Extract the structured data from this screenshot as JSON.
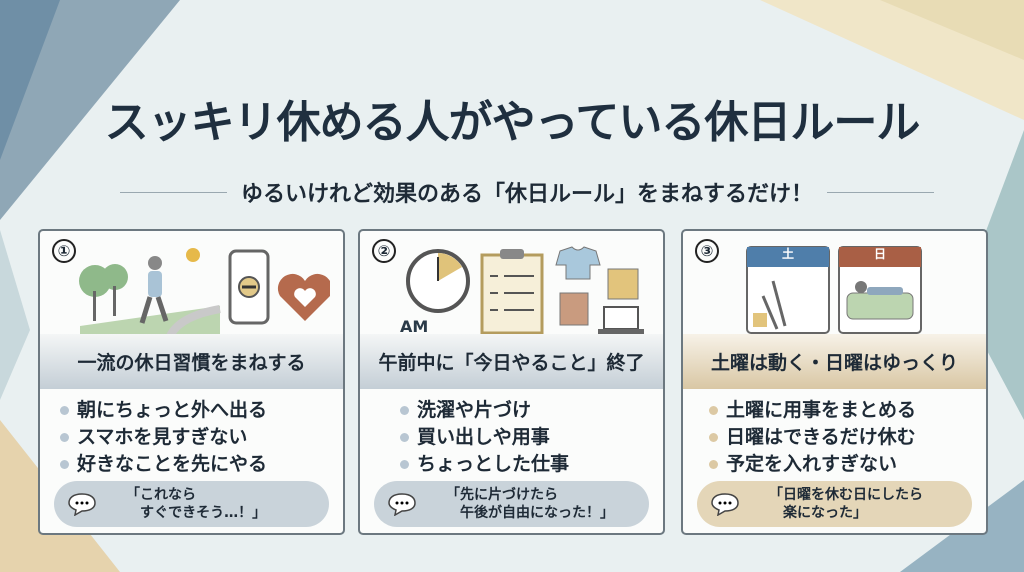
{
  "title": "スッキリ休める人がやっている休日ルール",
  "subtitle": "ゆるいけれど効果のある「休日ルール」をまねするだけ！",
  "cards": [
    {
      "number": "①",
      "heading": "一流の休日習慣をまねする",
      "items": [
        "朝にちょっと外へ出る",
        "スマホを見すぎない",
        "好きなことを先にやる"
      ],
      "quote": [
        "「これなら",
        "すぐできそう…！」"
      ]
    },
    {
      "number": "②",
      "heading": "午前中に「今日やること」終了",
      "clock_label": "AM",
      "items": [
        "洗濯や片づけ",
        "買い出しや用事",
        "ちょっとした仕事"
      ],
      "quote": [
        "「先に片づけたら",
        "午後が自由になった！」"
      ]
    },
    {
      "number": "③",
      "heading": "土曜は動く・日曜はゆっくり",
      "calendar_labels": [
        "土",
        "日"
      ],
      "items": [
        "土曜に用事をまとめる",
        "日曜はできるだけ休む",
        "予定を入れすぎない"
      ],
      "quote": [
        "「日曜を休む日にしたら",
        "楽になった」"
      ]
    }
  ],
  "colors": {
    "title": "#1f2f3f",
    "band_blue": "#c4ced6",
    "band_tan": "#d9c7a4",
    "saturday": "#4f7eaa",
    "sunday": "#a95f45"
  }
}
